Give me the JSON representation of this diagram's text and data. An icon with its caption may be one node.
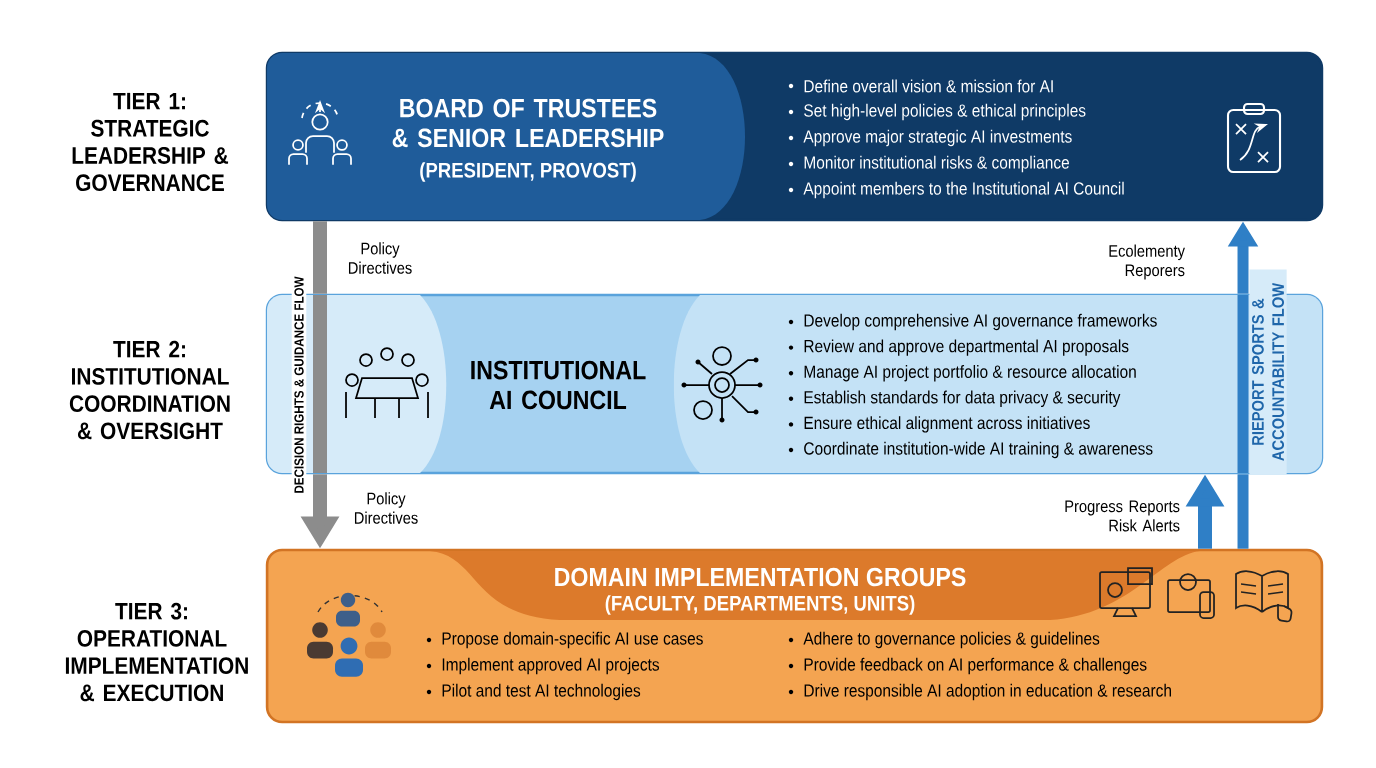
{
  "diagram": {
    "nodes": [
      {
        "text": [
          "BOARD OF TRUSTEES & SENIOR LEADERSHIP",
          "(PRESIDENT, PROVOST)",
          "Define overall vision & mission for AI",
          "Set high-level policies & ethical principles",
          "Approve major strategic AI investments",
          "Monitor institutional risks & compliance",
          "Appoint members to the Institutional AI Council"
        ],
        "beside": [
          "TIER 1: STRATEGIC LEADERSHIP & GOVERNANCE"
        ]
      },
      {
        "text": [
          "INSTITUTIONAL AI COUNCIL",
          "Develop comprehensive AI governance frameworks",
          "Review and approve departmental AI proposals",
          "Manage AI project portfolio & resource allocation",
          "Establish standards for data privacy & security",
          "Ensure ethical alignment across initiatives",
          "Coordinate institution-wide AI training & awareness"
        ],
        "beside": [
          "TIER 2: INSTITUTIONAL COORDINATION & OVERSIGHT"
        ]
      },
      {
        "text": [
          "DOMAIN IMPLEMENTATION GROUPS",
          "(FACULTY, DEPARTMENTS, UNITS)",
          "Propose domain-specific AI use cases",
          "Implement approved AI projects",
          "Pilot and test AI technologies",
          "Adhere to governance policies & guidelines",
          "Provide feedback on AI performance & challenges",
          "Drive responsible AI adoption in education & research"
        ],
        "beside": [
          "TIER 3: OPERATIONAL IMPLEMENTATION & EXECUTION"
        ]
      }
    ],
    "edges": [
      {
        "from": 0,
        "to": 1,
        "arrow": "none",
        "label": "Policy Directives",
        "color": "#8c8c8c"
      },
      {
        "from": 1,
        "to": 2,
        "arrow": "to",
        "label": "Policy Directives",
        "color": "#8c8c8c"
      },
      {
        "from": 2,
        "to": 1,
        "arrow": "to",
        "label": "Progress Reports Risk Alerts"
      },
      {
        "from": 2,
        "to": 1,
        "arrow": "none"
      },
      {
        "from": 1,
        "to": 0,
        "arrow": "to",
        "label": "Ecolementy Reporers"
      }
    ],
    "labels": [
      "DECISION RIGHTS & GUIDANCE FLOW",
      "RIEPORT SPORTS & ACCOUNTABILITY FLOW"
    ]
  }
}
